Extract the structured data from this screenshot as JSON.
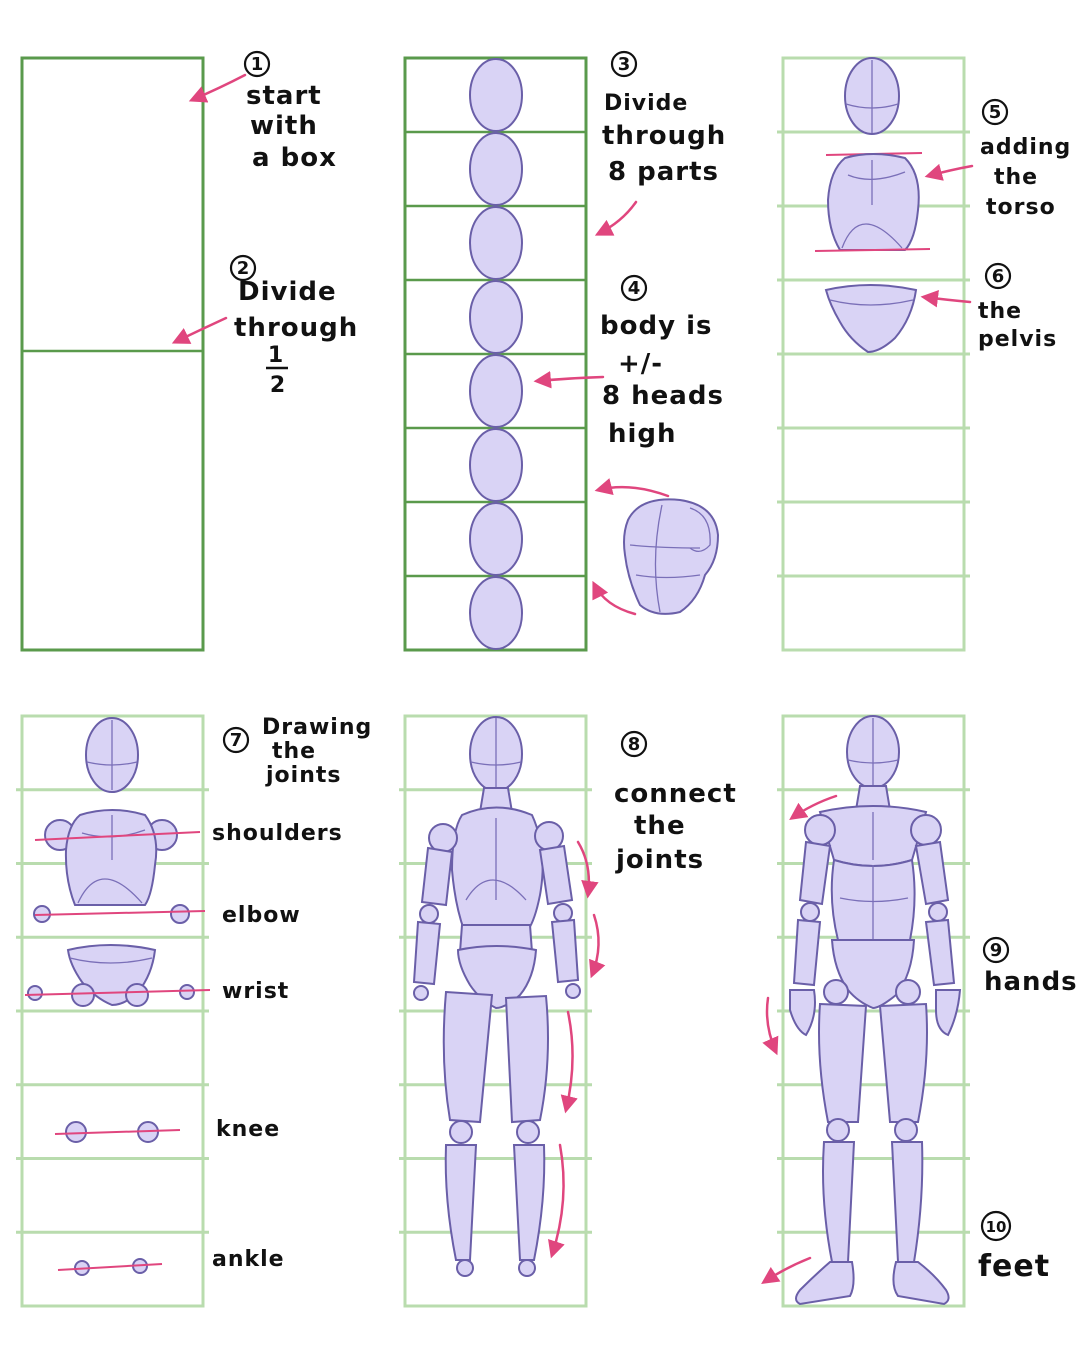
{
  "colors": {
    "grid_dark": "#5a9a4c",
    "grid_light": "#b9dcae",
    "body_fill": "#d9d3f5",
    "body_stroke": "#6a5fa8",
    "arrow": "#e0467e",
    "ink": "#111111"
  },
  "steps": [
    {
      "number": "1",
      "lines": [
        "start",
        "with",
        "a box"
      ]
    },
    {
      "number": "2",
      "lines": [
        "Divide",
        "through"
      ],
      "fraction": {
        "num": "1",
        "den": "2"
      }
    },
    {
      "number": "3",
      "lines": [
        "Divide",
        "through",
        "8 parts"
      ]
    },
    {
      "number": "4",
      "lines": [
        "body is",
        "+/-",
        "8 heads",
        "high"
      ]
    },
    {
      "number": "5",
      "lines": [
        "adding",
        "the",
        "torso"
      ]
    },
    {
      "number": "6",
      "lines": [
        "the",
        "pelvis"
      ]
    },
    {
      "number": "7",
      "lines": [
        "Drawing",
        "the",
        "joints"
      ]
    },
    {
      "number": "8",
      "lines": [
        "connect",
        "the",
        "joints"
      ]
    },
    {
      "number": "9",
      "lines": [
        "hands"
      ]
    },
    {
      "number": "10",
      "lines": [
        "feet"
      ]
    }
  ],
  "joint_labels": [
    "shoulders",
    "elbow",
    "wrist",
    "knee",
    "ankle"
  ]
}
